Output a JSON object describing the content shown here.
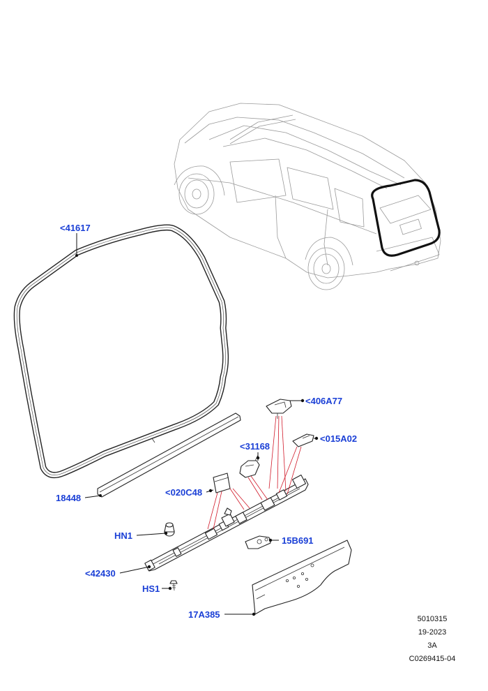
{
  "callouts": {
    "c41617": "<41617",
    "c406A77": "<406A77",
    "c015A02": "<015A02",
    "c31168": "<31168",
    "c020C48": "<020C48",
    "c18448": "18448",
    "cHN1": "HN1",
    "c15B691": "15B691",
    "c42430": "<42430",
    "cHS1": "HS1",
    "c17A385": "17A385"
  },
  "meta": {
    "code": "5010315",
    "date": "19-2023",
    "rev": "3A",
    "ref": "C0269415-04"
  },
  "colors": {
    "callout": "#1a3fd6",
    "leader_red": "#d11a2a"
  }
}
